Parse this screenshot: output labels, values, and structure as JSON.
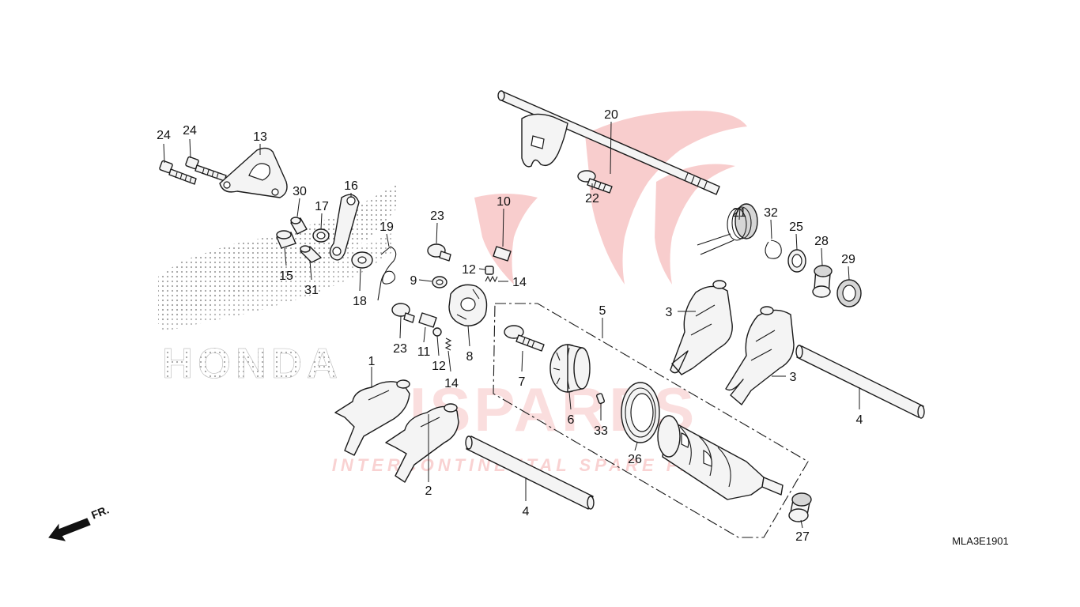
{
  "diagram": {
    "code": "MLA3E1901",
    "direction_label": "FR.",
    "callouts": [
      "24",
      "24",
      "13",
      "30",
      "17",
      "16",
      "19",
      "15",
      "31",
      "18",
      "23",
      "10",
      "12",
      "14",
      "9",
      "23",
      "11",
      "12",
      "14",
      "8",
      "20",
      "22",
      "21",
      "32",
      "25",
      "28",
      "29",
      "3",
      "3",
      "5",
      "7",
      "6",
      "33",
      "26",
      "1",
      "2",
      "4",
      "4",
      "27"
    ]
  },
  "watermark": {
    "brand": "HONDA",
    "dealer": "ISPARES",
    "tagline": "INTERCONTINENTAL SPARE PARTS",
    "color": "#e85050"
  }
}
